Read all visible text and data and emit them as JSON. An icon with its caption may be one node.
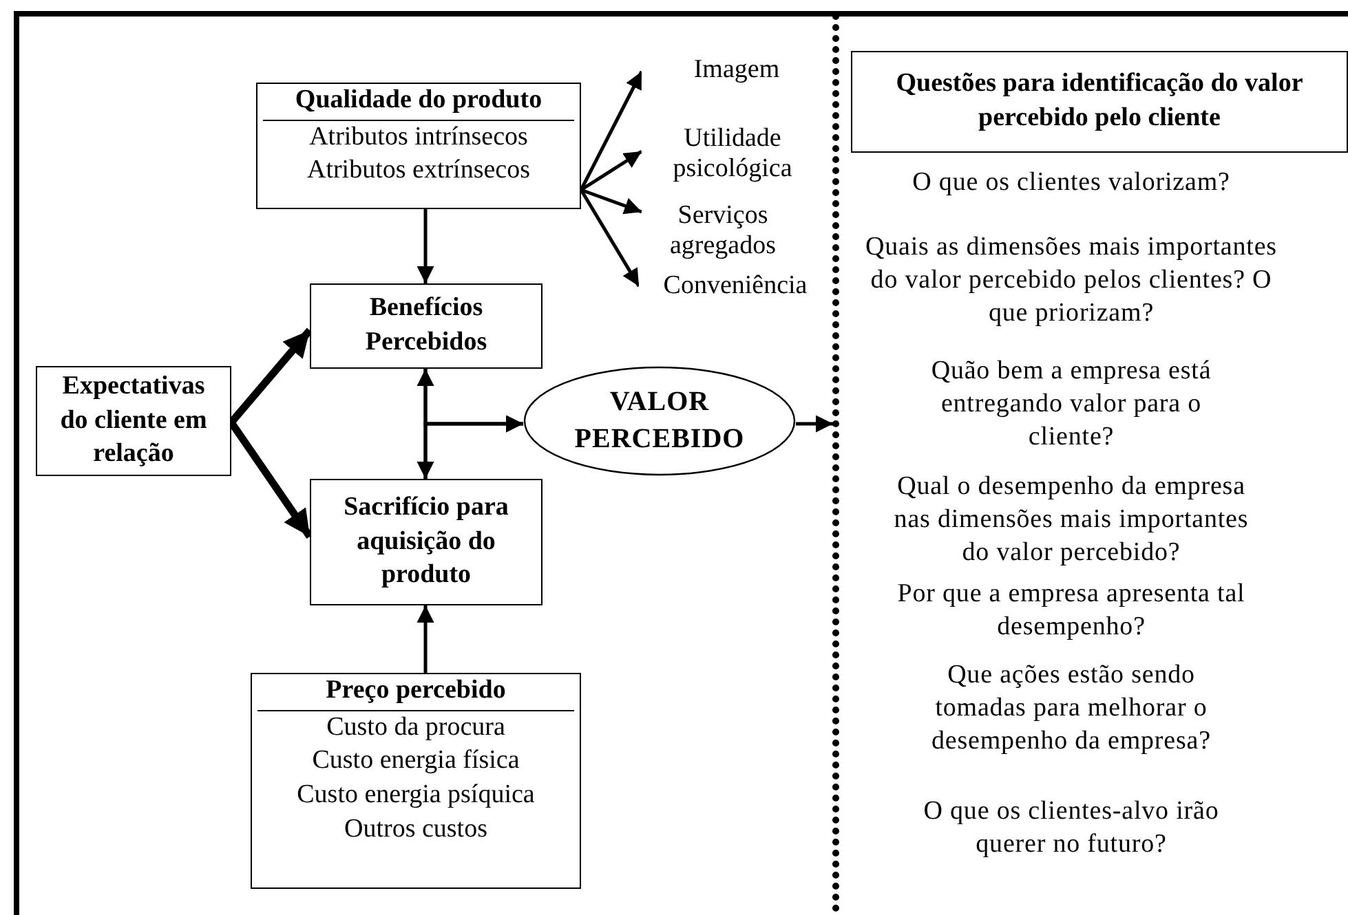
{
  "diagram": {
    "nodes": [
      {
        "text": [
          "Qualidade do produto",
          "Atributos intrínsecos",
          "Atributos extrínsecos"
        ]
      },
      {
        "text": [
          "Imagem"
        ]
      },
      {
        "text": [
          "Utilidade psicológica"
        ]
      },
      {
        "text": [
          "Serviços agregados"
        ]
      },
      {
        "text": [
          "Conveniência"
        ]
      },
      {
        "text": [
          "Benefícios Percebidos"
        ]
      },
      {
        "text": [
          "Expectativas do cliente em relação"
        ]
      },
      {
        "text": [
          "VALOR PERCEBIDO"
        ]
      },
      {
        "text": [
          "Sacrifício para aquisição do produto"
        ]
      },
      {
        "text": [
          "Preço percebido",
          "Custo da procura",
          "Custo energia física",
          "Custo energia psíquica",
          "Outros custos"
        ]
      },
      {
        "text": [
          "Questões para identificação do valor percebido pelo cliente"
        ]
      }
    ],
    "edges": [
      {
        "from": 0,
        "to": 1,
        "arrow": "to"
      },
      {
        "from": 0,
        "to": 2,
        "arrow": "to"
      },
      {
        "from": 0,
        "to": 3,
        "arrow": "to"
      },
      {
        "from": 0,
        "to": 4,
        "arrow": "to"
      },
      {
        "from": 0,
        "to": 5,
        "arrow": "to"
      },
      {
        "from": 6,
        "to": 5,
        "arrow": "to",
        "style": "thick"
      },
      {
        "from": 6,
        "to": 8,
        "arrow": "to",
        "style": "thick"
      },
      {
        "from": 5,
        "to": 8,
        "arrow": "both"
      },
      {
        "from": 5,
        "to": 7,
        "arrow": "to"
      },
      {
        "from": 8,
        "to": 7,
        "arrow": "to"
      },
      {
        "from": 7,
        "to": null,
        "arrow": "to"
      },
      {
        "from": 9,
        "to": 8,
        "arrow": "to"
      }
    ],
    "labels": [
      "O que os clientes valorizam?",
      "Quais as dimensões mais importantes do valor percebido pelos clientes? O que priorizam?",
      "Quão bem a empresa está entregando valor para o cliente?",
      "Qual o desempenho da empresa nas dimensões mais importantes do valor percebido?",
      "Por que a empresa apresenta tal desempenho?",
      "Que ações estão sendo tomadas para melhorar o desempenho da empresa?",
      "O que os clientes-alvo irão querer no futuro?"
    ]
  }
}
